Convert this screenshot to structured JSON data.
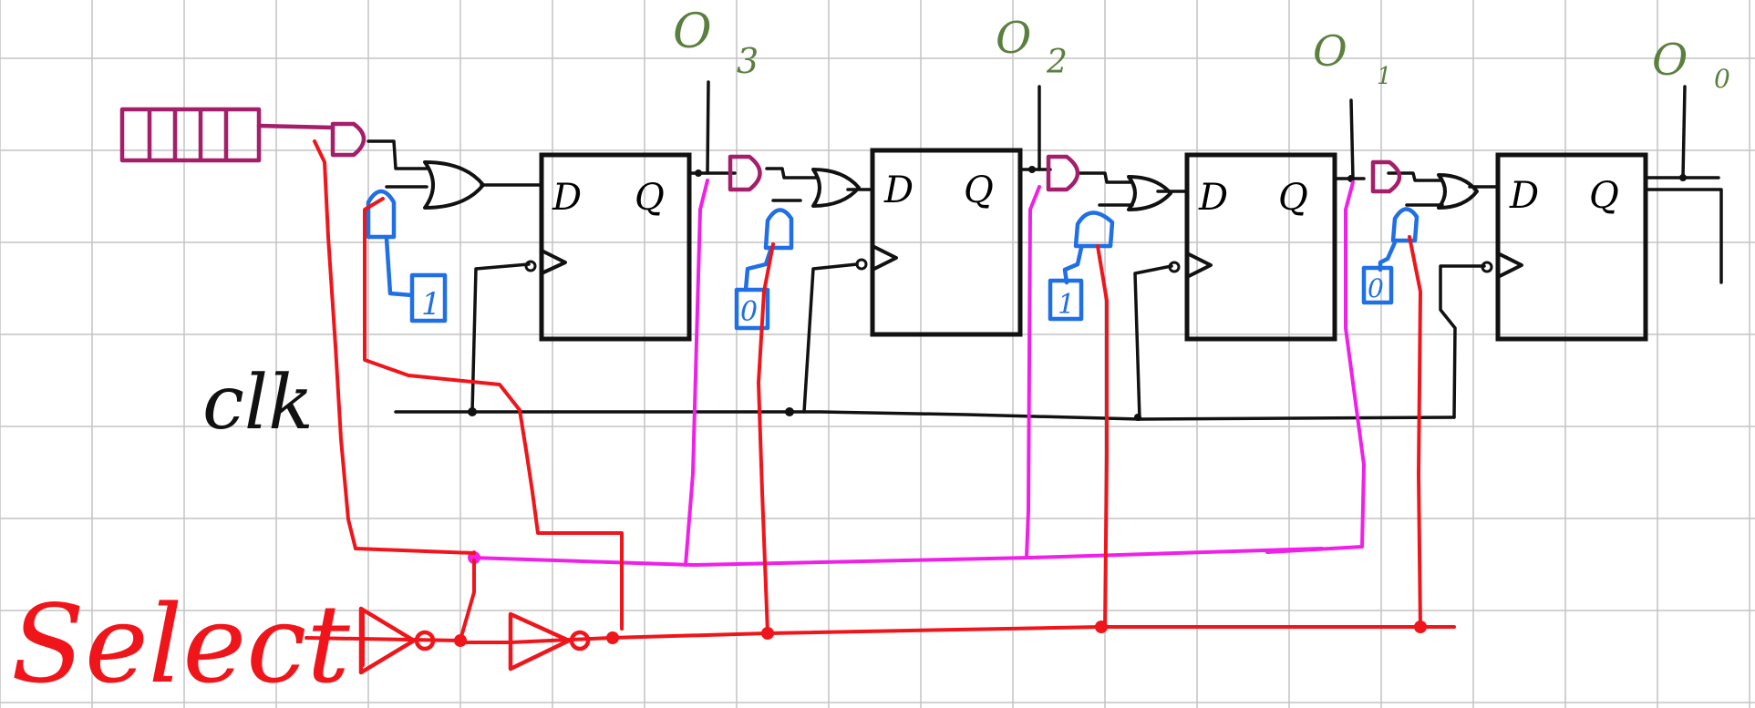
{
  "colors": {
    "grid": "#c4c4c4",
    "black": "#111111",
    "red": "#f0151a",
    "magenta": "#f020e8",
    "blue": "#1f6fe6",
    "purple": "#a51e6a",
    "green": "#5a7f3e"
  },
  "outputs": [
    {
      "label": "O",
      "sub": "3"
    },
    {
      "label": "O",
      "sub": "2"
    },
    {
      "label": "O",
      "sub": "1"
    },
    {
      "label": "O",
      "sub": "0"
    }
  ],
  "flipflops": [
    {
      "d": "D",
      "q": "Q"
    },
    {
      "d": "D",
      "q": "Q"
    },
    {
      "d": "D",
      "q": "Q"
    },
    {
      "d": "D",
      "q": "Q"
    }
  ],
  "constants": [
    "1",
    "0",
    "1",
    "0"
  ],
  "clock_label": "clk",
  "select_label": "Select"
}
